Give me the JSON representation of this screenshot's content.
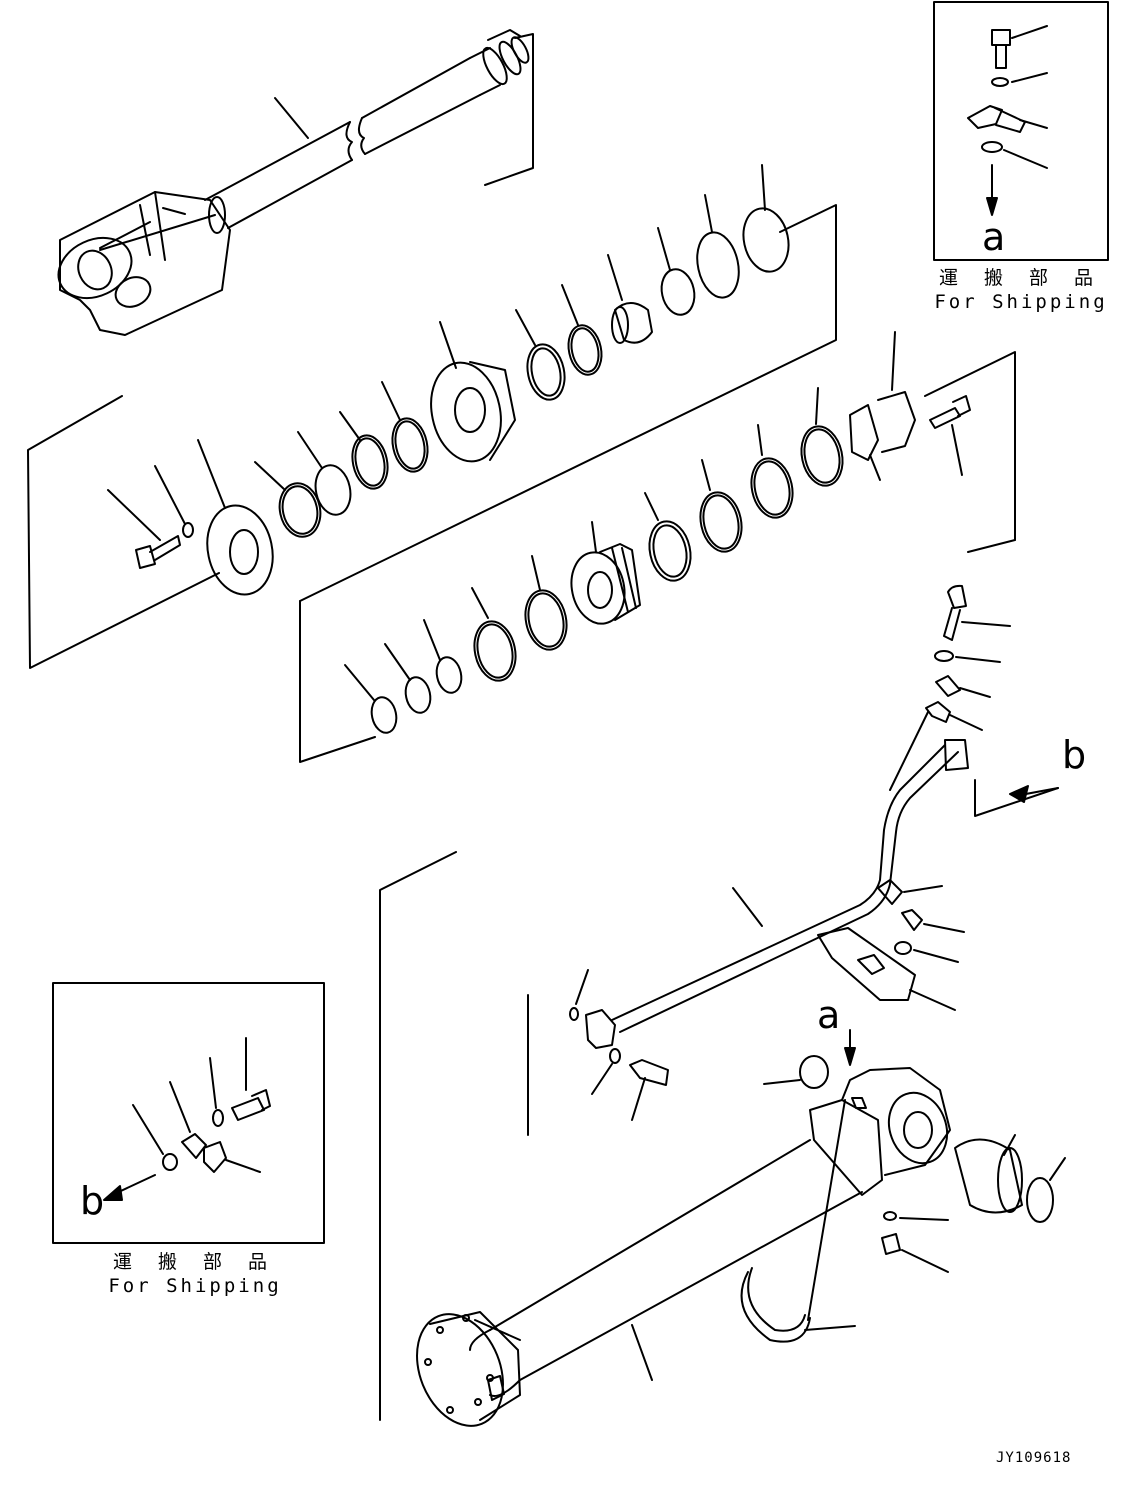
{
  "inset_top": {
    "label_jp": "運 搬 部 品",
    "label_en": "For Shipping",
    "letter": "a"
  },
  "inset_bottom": {
    "label_jp": "運 搬 部 品",
    "label_en": "For Shipping",
    "letter": "b"
  },
  "callouts": {
    "a": "a",
    "b": "b"
  },
  "drawing_code": "JY109618",
  "colors": {
    "line": "#000000",
    "background": "#ffffff"
  }
}
